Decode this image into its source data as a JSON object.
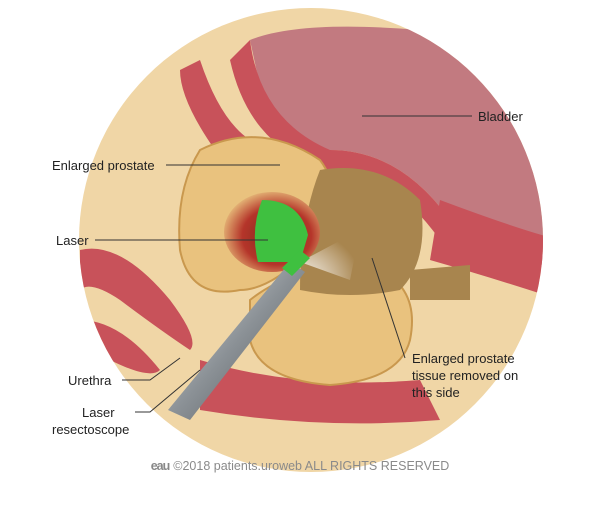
{
  "labels": {
    "bladder": "Bladder",
    "enlarged_prostate": "Enlarged prostate",
    "laser": "Laser",
    "urethra": "Urethra",
    "laser_resectoscope": [
      "Laser",
      "resectoscope"
    ],
    "tissue_removed": [
      "Enlarged prostate",
      "tissue removed on",
      "this side"
    ]
  },
  "footer": {
    "logo": "eau",
    "copyright": "©2018 patients.uroweb ALL RIGHTS RESERVED"
  },
  "colors": {
    "background_disc": "#f0d6a6",
    "muscle": "#c8525a",
    "prostate": "#e9c27e",
    "laser_green": "#3fc040",
    "laser_red": "#c8322a"
  }
}
